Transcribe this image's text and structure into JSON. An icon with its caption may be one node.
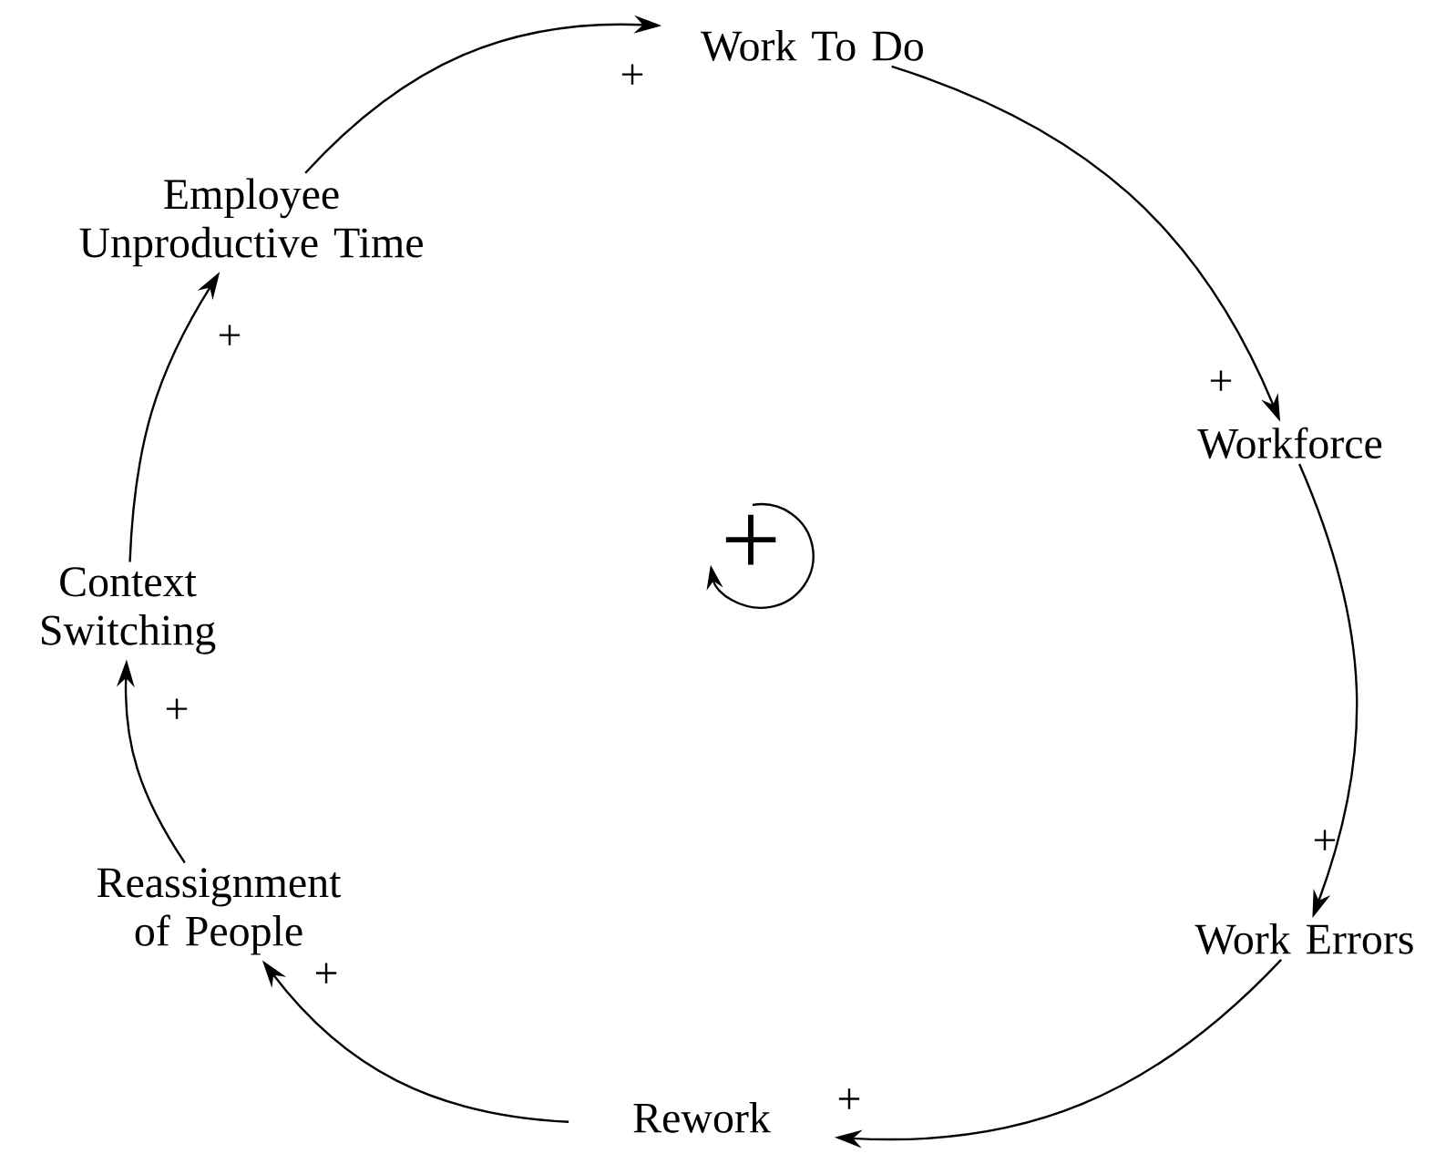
{
  "diagram": {
    "nodes": [
      {
        "text": [
          "Work To Do"
        ]
      },
      {
        "text": [
          "Workforce"
        ]
      },
      {
        "text": [
          "Work Errors"
        ]
      },
      {
        "text": [
          "Rework"
        ]
      },
      {
        "text": [
          "Reassignment of People"
        ]
      },
      {
        "text": [
          "Context Switching"
        ]
      },
      {
        "text": [
          "Employee Unproductive Time"
        ]
      }
    ],
    "edges": [
      {
        "from": 0,
        "to": 1,
        "arrow": "to",
        "label": "+"
      },
      {
        "from": 1,
        "to": 2,
        "arrow": "to",
        "label": "+"
      },
      {
        "from": 2,
        "to": 3,
        "arrow": "to",
        "label": "+"
      },
      {
        "from": 3,
        "to": 4,
        "arrow": "to",
        "label": "+"
      },
      {
        "from": 4,
        "to": 5,
        "arrow": "to",
        "label": "+"
      },
      {
        "from": 5,
        "to": 6,
        "arrow": "to",
        "label": "+"
      },
      {
        "from": 6,
        "to": 0,
        "arrow": "to",
        "label": "+"
      }
    ],
    "labels": [
      "+"
    ]
  }
}
